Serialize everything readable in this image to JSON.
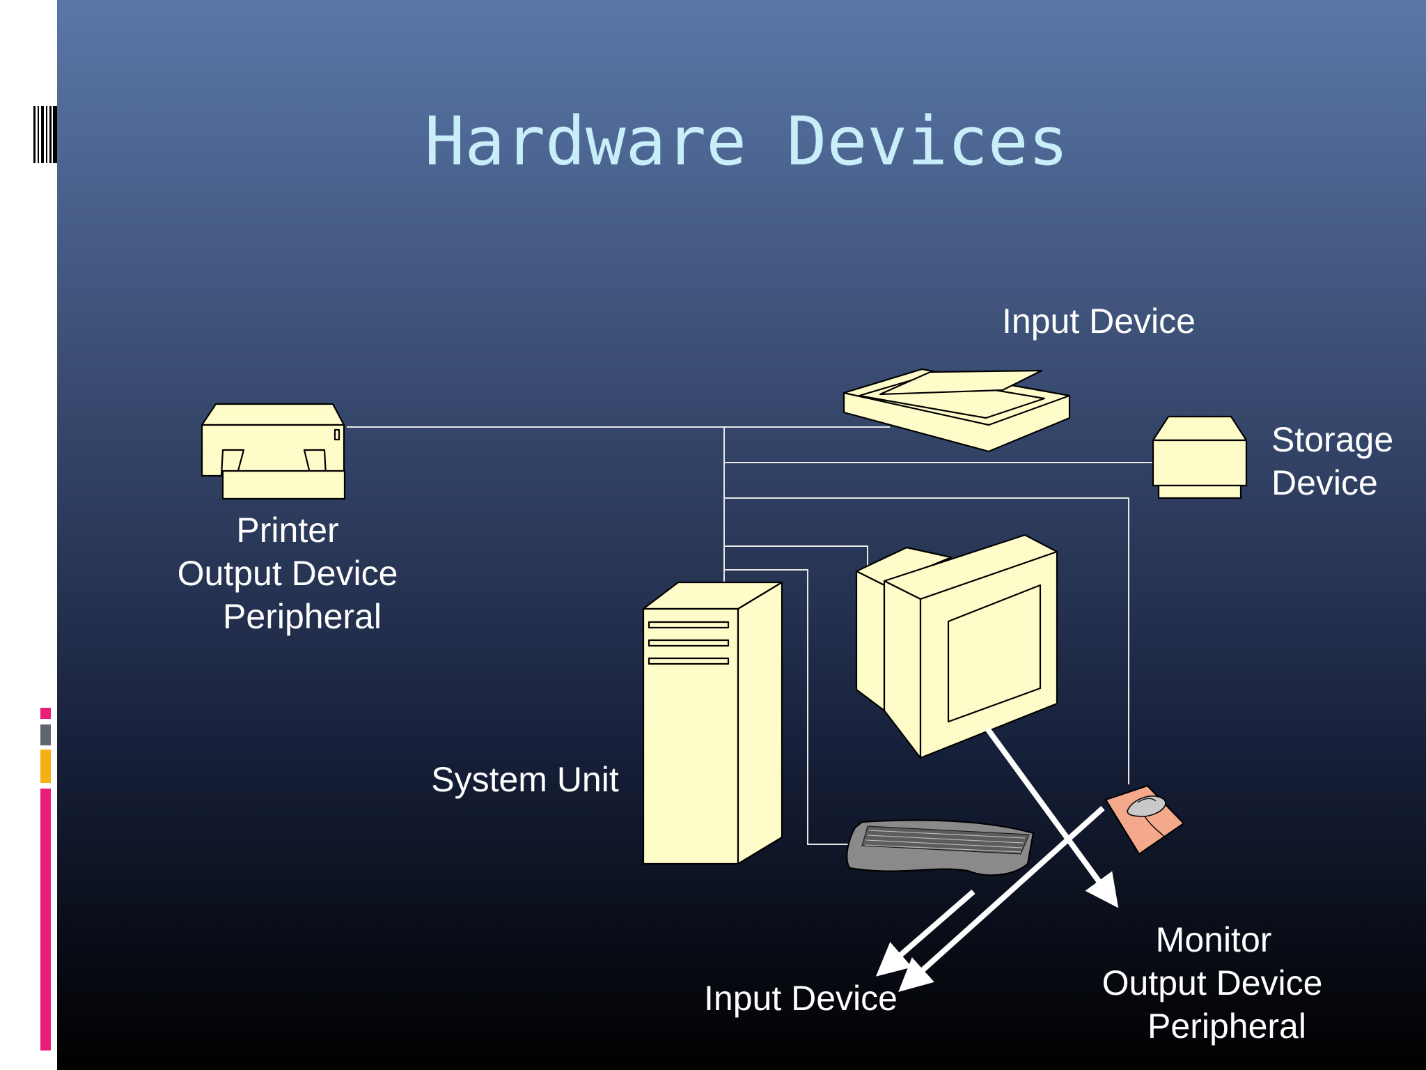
{
  "slide": {
    "title": "Hardware Devices",
    "colors": {
      "background_top": "#5a77a8",
      "background_bottom": "#000000",
      "title": "#c8eefa",
      "device_fill": "#fefcc8",
      "accent_pink": "#e91e7a",
      "accent_gray": "#5f6670",
      "accent_yellow": "#f5b014",
      "label": "#ffffff"
    },
    "labels": {
      "printer": [
        "Printer",
        "Output Device",
        "Peripheral"
      ],
      "scanner": [
        "Input Device"
      ],
      "storage": [
        "Storage",
        "Device"
      ],
      "system_unit": [
        "System Unit"
      ],
      "input_bottom": [
        "Input Device"
      ],
      "monitor": [
        "Monitor",
        "Output Device",
        "Peripheral"
      ]
    },
    "icons": [
      "printer-icon",
      "scanner-icon",
      "storage-drive-icon",
      "system-unit-icon",
      "monitor-icon",
      "keyboard-icon",
      "mouse-icon"
    ]
  }
}
